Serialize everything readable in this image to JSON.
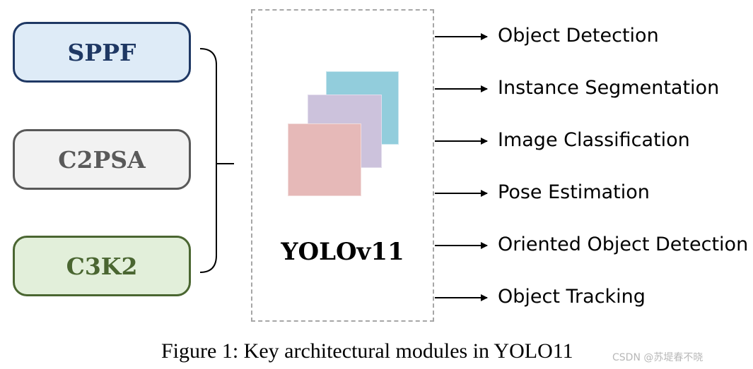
{
  "modules": [
    {
      "label": "SPPF"
    },
    {
      "label": "C2PSA"
    },
    {
      "label": "C3K2"
    }
  ],
  "model": {
    "name": "YOLOv11"
  },
  "tasks": [
    {
      "label": "Object Detection"
    },
    {
      "label": "Instance Segmentation"
    },
    {
      "label": "Image Classification"
    },
    {
      "label": "Pose Estimation"
    },
    {
      "label": "Oriented Object Detection"
    },
    {
      "label": "Object Tracking"
    }
  ],
  "caption": "Figure 1: Key architectural modules in YOLO11",
  "watermark": "CSDN @苏堤春不晓",
  "colors": {
    "sppf_fill": "#deebf7",
    "sppf_border": "#1f3864",
    "c2psa_fill": "#f2f2f2",
    "c2psa_border": "#595959",
    "c3k2_fill": "#e2efda",
    "c3k2_border": "#4a6631",
    "layer_teal": "#92cddc",
    "layer_lavender": "#ccc2dc",
    "layer_pink": "#e6b9b8"
  },
  "icons": [
    "bracket-icon",
    "arrow-right-icon",
    "stacked-layers-icon"
  ]
}
